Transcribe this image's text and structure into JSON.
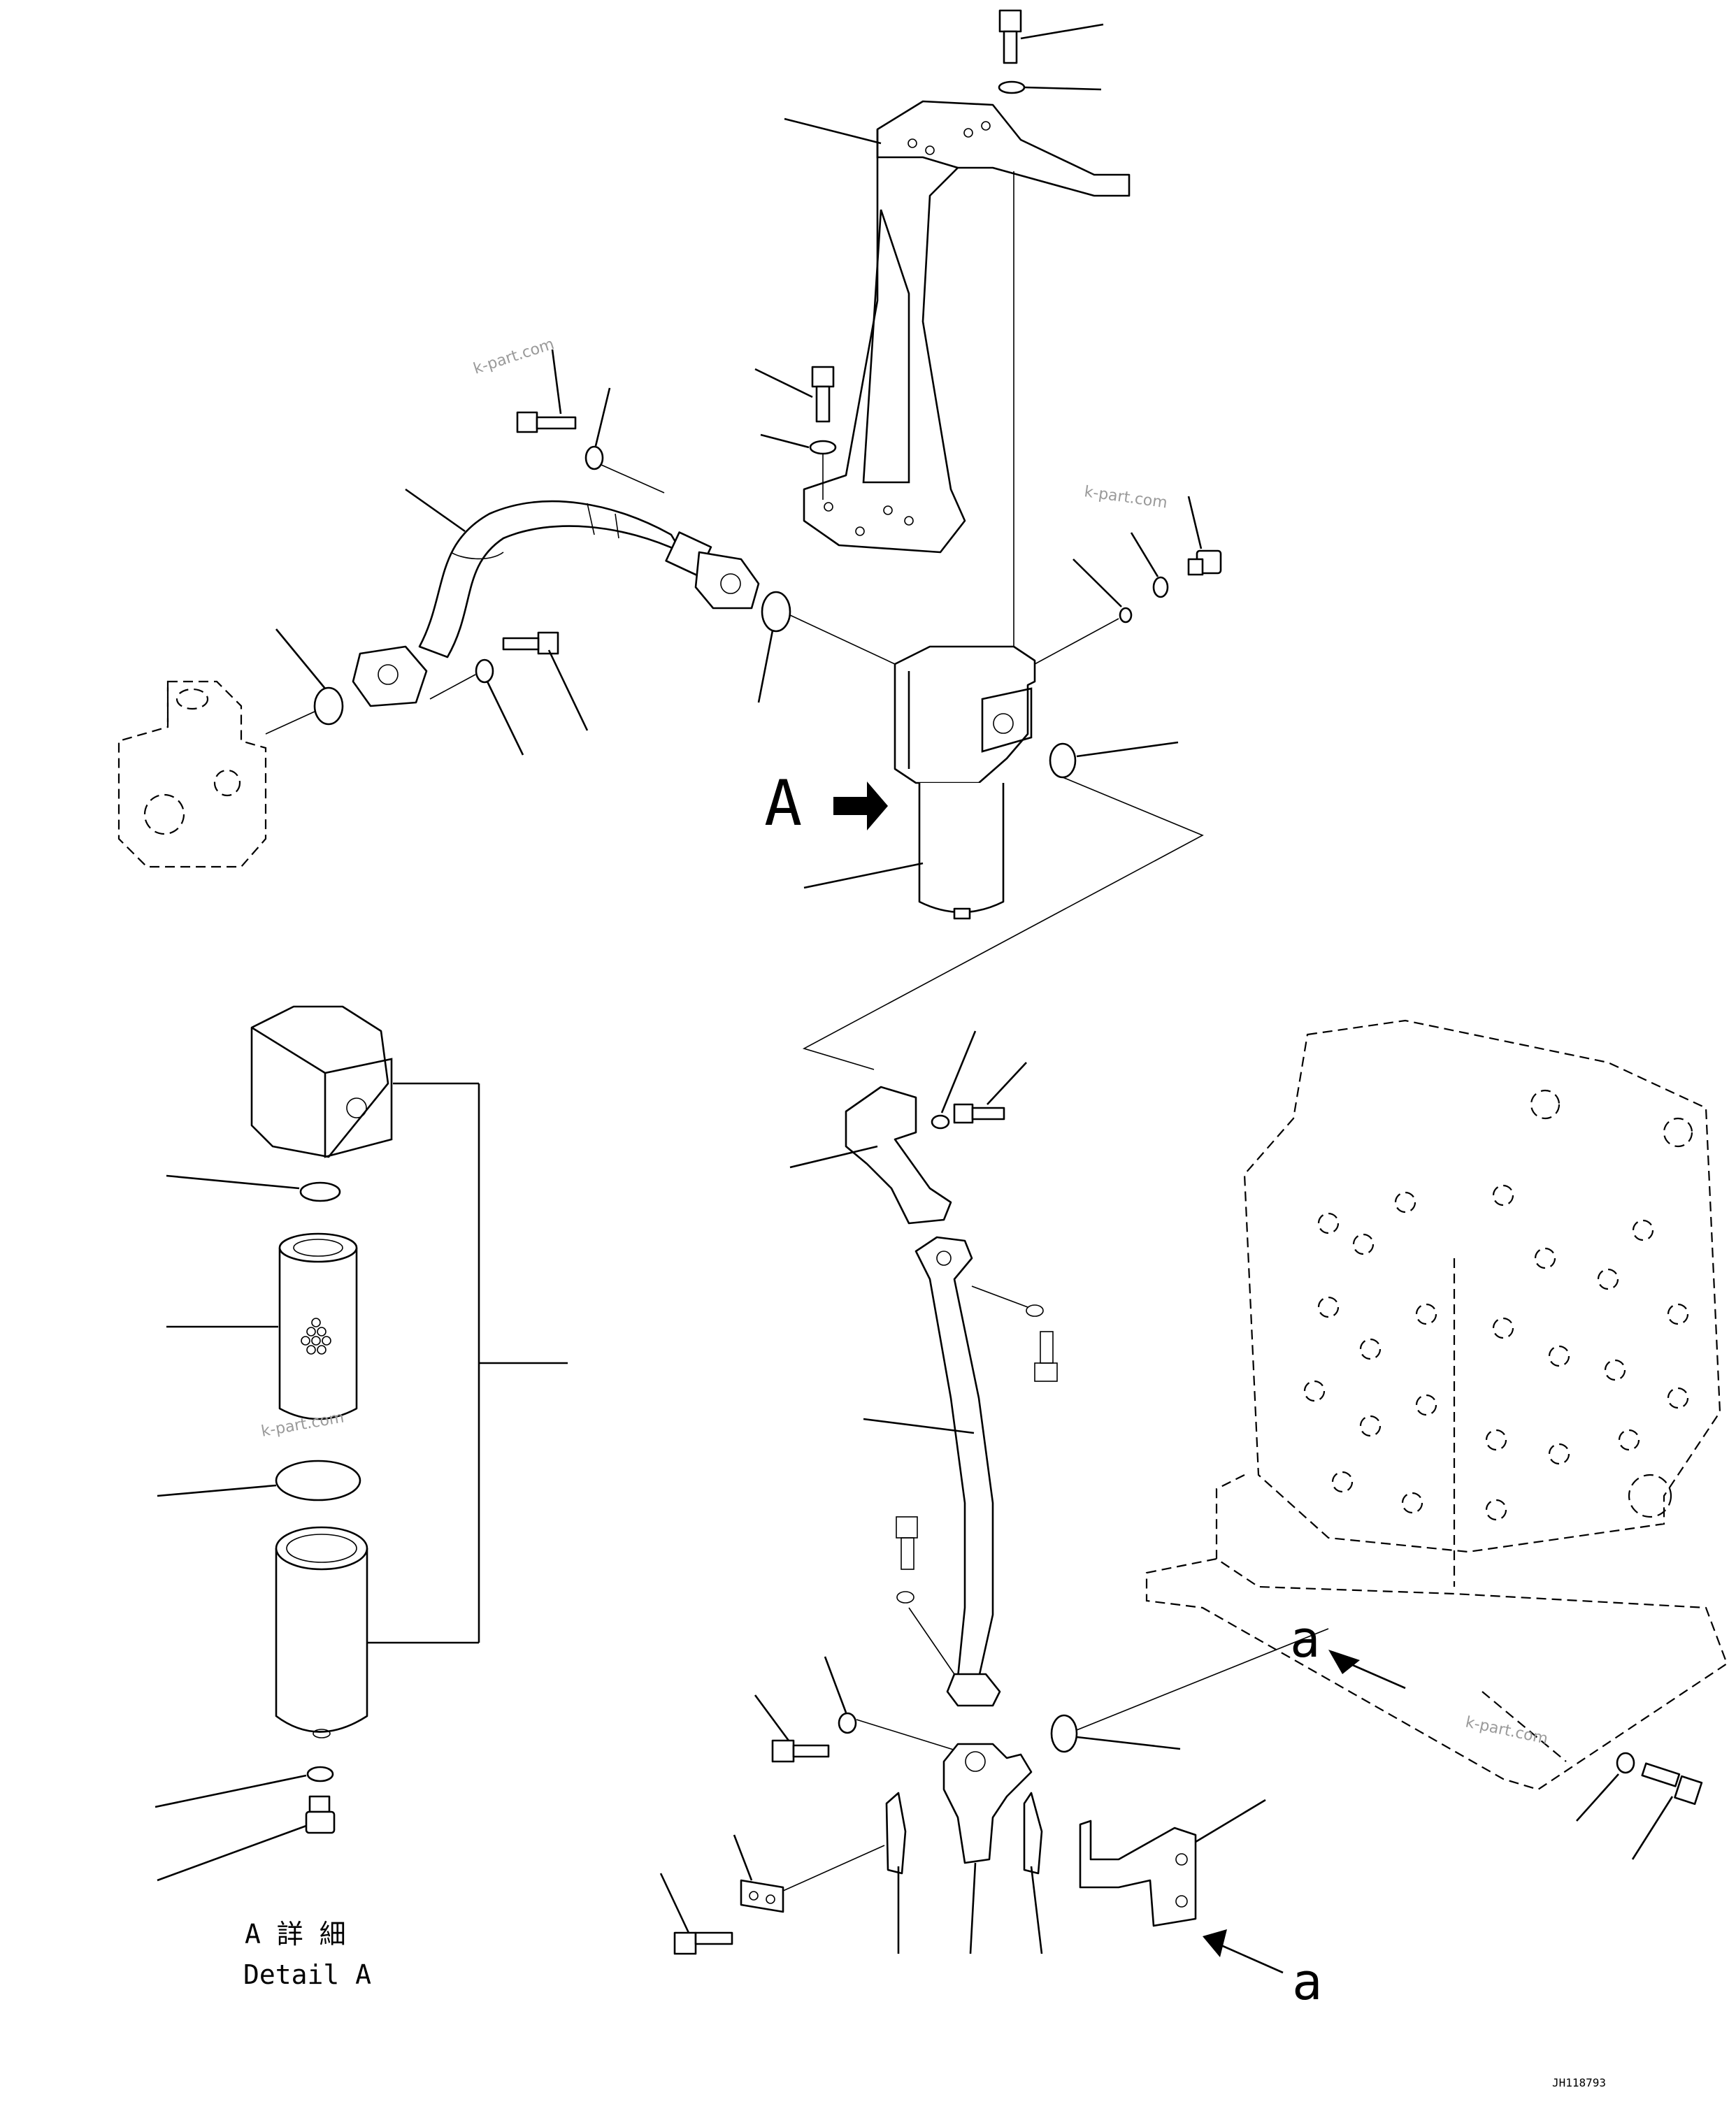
{
  "labels": {
    "view_marker_A": "A",
    "detail_caption_jp": "A 詳 細",
    "detail_caption_en": "Detail A",
    "ref_a_upper": "a",
    "ref_a_lower": "a",
    "drawing_number": "JH118793"
  },
  "watermarks": [
    "k-part.com",
    "k-part.com",
    "k-part.com",
    "k-part.com"
  ],
  "icons": [
    "arrow-right-filled-icon",
    "arrow-pointer-icon"
  ]
}
